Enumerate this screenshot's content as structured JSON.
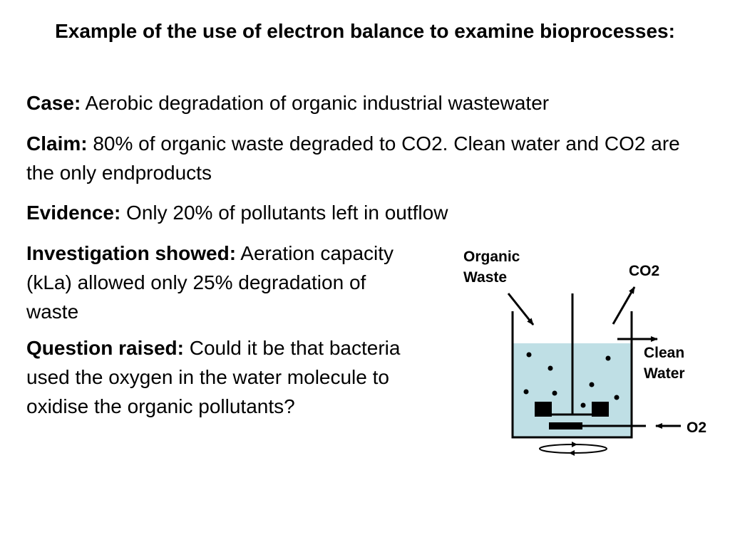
{
  "title": "Example of the use of electron balance to examine bioprocesses:",
  "sections": {
    "case": {
      "label": "Case:",
      "text": " Aerobic degradation of organic industrial wastewater"
    },
    "claim": {
      "label": "Claim:",
      "text": " 80% of organic waste degraded to CO2.  Clean water and CO2 are the only endproducts"
    },
    "evidence": {
      "label": "Evidence:",
      "text": " Only 20% of pollutants left in outflow"
    },
    "investigation": {
      "label": "Investigation showed:",
      "text": " Aeration capacity (kLa) allowed only 25% degradation of waste"
    },
    "question": {
      "label": "Question raised:",
      "text": " Could it be that bacteria used the oxygen in the water molecule to oxidise the organic pollutants?"
    }
  },
  "diagram": {
    "labels": {
      "organic_waste": "Organic Waste",
      "co2": "CO2",
      "clean_water": "Clean Water",
      "o2": "O2"
    },
    "colors": {
      "water": "#bfdfe5",
      "line": "#000000"
    }
  }
}
